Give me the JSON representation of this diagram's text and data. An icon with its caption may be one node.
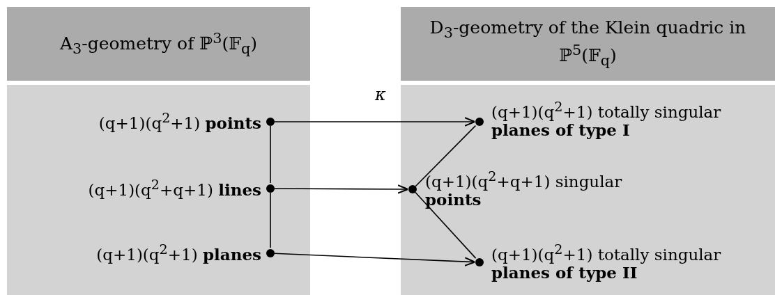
{
  "diagram": {
    "nodes": [
      {
        "text": [
          "A$_{3}$-geometry of ℙ$^{3}$(𝔽$_{q}$)"
        ]
      },
      {
        "text": [],
        "shape": "box"
      },
      {
        "text": [],
        "shape": "circle",
        "in": 1,
        "beside": [
          "(q+1)(q$^{2}$+1) **points**"
        ]
      },
      {
        "text": [],
        "shape": "circle",
        "in": 1,
        "beside": [
          "(q+1)(q$^{2}$+q+1) **lines**"
        ]
      },
      {
        "text": [],
        "shape": "circle",
        "in": 1,
        "beside": [
          "(q+1)(q$^{2}$+1) **planes**"
        ]
      },
      {
        "text": [
          "D$_{3}$-geometry of the Klein quadric in ℙ$^{5}$(𝔽$_{q}$)"
        ]
      },
      {
        "text": [],
        "shape": "box"
      },
      {
        "text": [],
        "shape": "circle",
        "in": 6,
        "beside": [
          "(q+1)(q$^{2}$+1) totally singular **planes of type I**"
        ]
      },
      {
        "text": [],
        "shape": "circle",
        "in": 6,
        "beside": [
          "(q+1)(q$^{2}$+q+1) singular **points**"
        ]
      },
      {
        "text": [],
        "shape": "circle",
        "in": 6,
        "beside": [
          "(q+1)(q$^{2}$+1) totally singular **planes of type II**"
        ]
      }
    ],
    "edges": [
      {
        "from": 2,
        "to": 3,
        "arrow": "none"
      },
      {
        "from": 3,
        "to": 4,
        "arrow": "none"
      },
      {
        "from": 8,
        "to": 7,
        "arrow": "none"
      },
      {
        "from": 8,
        "to": 9,
        "arrow": "none"
      },
      {
        "from": 2,
        "to": 7,
        "arrow": "to"
      },
      {
        "from": 3,
        "to": 8,
        "arrow": "to"
      },
      {
        "from": 4,
        "to": 9,
        "arrow": "to"
      }
    ],
    "labels": [
      "κ"
    ]
  }
}
